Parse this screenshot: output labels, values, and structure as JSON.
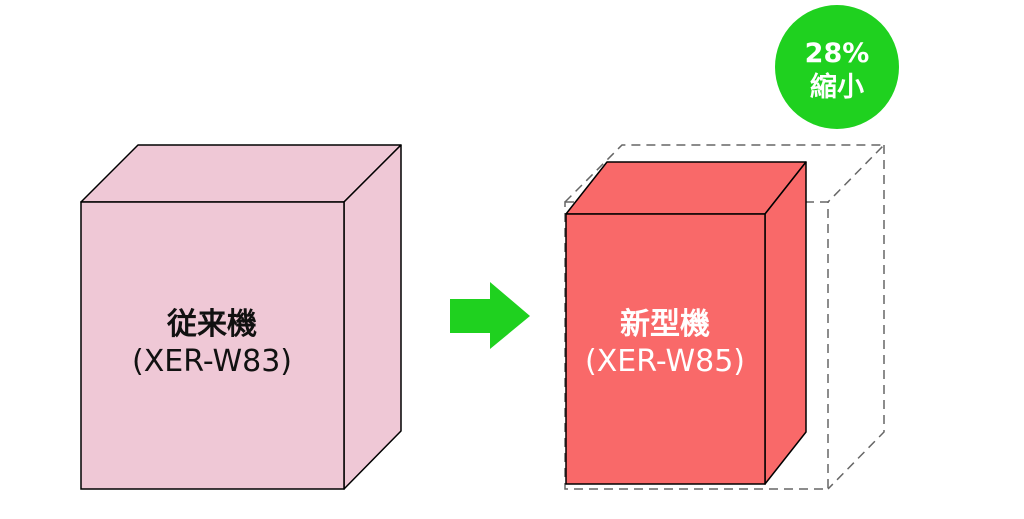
{
  "old_unit": {
    "label": "従来機",
    "model": "(XER-W83)"
  },
  "new_unit": {
    "label": "新型機",
    "model": "(XER-W85)"
  },
  "reduction_badge": {
    "percent": "28%",
    "text": "縮小"
  },
  "colors": {
    "old_box": "#efc8d6",
    "new_box": "#f96969",
    "arrow": "#1fd11f",
    "badge": "#1fd11f",
    "outline": "#000000",
    "dashed_outline": "#666666",
    "new_text": "#ffffff",
    "old_text": "#000000"
  }
}
